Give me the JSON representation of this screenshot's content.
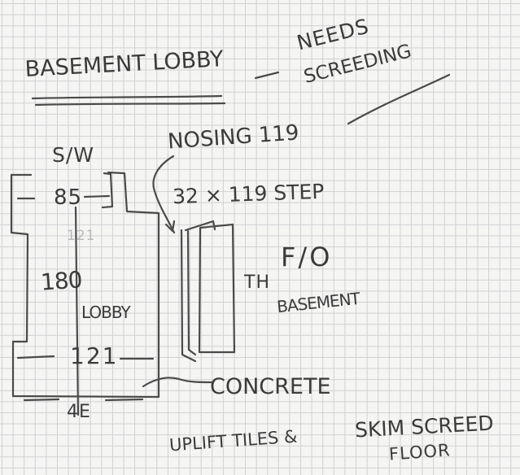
{
  "notes": {
    "title": "BASEMENT LOBBY",
    "dash": "—",
    "needs_line1": "NEEDS",
    "needs_line2": "SCREEDING",
    "sw": "S/W",
    "nosing": "NOSING 119",
    "step": "32 × 119 STEP",
    "dim_top": "85",
    "dim_faint": "121",
    "dim_mid": "180",
    "lobby": "LOBBY",
    "dim_bottom_inner": "121",
    "dim_bottom_outer": "4E",
    "th": "TH",
    "fo": "F/O",
    "basement": "BASEMENT",
    "concrete": "CONCRETE",
    "uplift_tiles": "UPLIFT TILES &",
    "skim_screed": "SKIM SCREED",
    "floor": "FLOOR"
  }
}
